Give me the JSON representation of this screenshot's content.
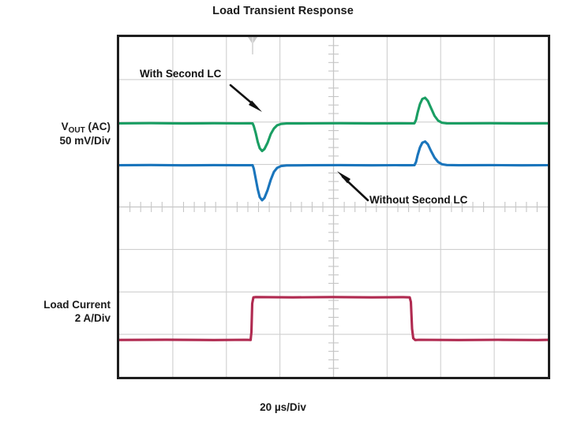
{
  "chart_title": "Load Transient Response",
  "x_axis_label": "20 µs/Div",
  "y_labels": {
    "vout_line1_prefix": "V",
    "vout_line1_sub": "OUT",
    "vout_line1_suffix": " (AC)",
    "vout_line2": "50 mV/Div",
    "iload_line1": "Load Current",
    "iload_line2": "2 A/Div"
  },
  "annotations": {
    "with_second_lc": "With Second LC",
    "without_second_lc": "Without Second LC"
  },
  "colors": {
    "trace_green": "#1a9e63",
    "trace_blue": "#1a75bc",
    "trace_red": "#b02a50",
    "grid": "#cfcfcf",
    "border": "#1e1e1e",
    "text": "#1a1a1a"
  },
  "chart_data": {
    "type": "line",
    "title": "Load Transient Response",
    "xlabel": "20 µs/Div",
    "ylabel": "",
    "grid": true,
    "legend_position": "inline-annotations",
    "axes": {
      "horizontal_divisions": 8,
      "vertical_divisions": 8,
      "time_per_div_us": 20,
      "xlim_us": [
        -80,
        80
      ],
      "vout_mv_per_div": 50,
      "iload_a_per_div": 2
    },
    "series": [
      {
        "name": "With Second LC",
        "label": "V_OUT (AC), with second LC filter",
        "color": "#1a9e63",
        "units": "mV",
        "mv_per_div": 50,
        "baseline_div_from_top": 2.03,
        "points_us_mv": [
          [
            -80,
            0
          ],
          [
            -30,
            0
          ],
          [
            -28.0,
            0
          ],
          [
            -27.0,
            -6
          ],
          [
            -25.5,
            -28
          ],
          [
            -24.0,
            -40
          ],
          [
            -22.5,
            -44
          ],
          [
            -21.0,
            -39
          ],
          [
            -19.0,
            -26
          ],
          [
            -17.0,
            -12
          ],
          [
            -15.0,
            -4
          ],
          [
            -13.0,
            -1
          ],
          [
            -10.0,
            0
          ],
          [
            10.0,
            0
          ],
          [
            20.0,
            0
          ],
          [
            22.0,
            0
          ],
          [
            23.0,
            10
          ],
          [
            24.0,
            32
          ],
          [
            25.5,
            50
          ],
          [
            27.0,
            55
          ],
          [
            29.0,
            48
          ],
          [
            31.0,
            33
          ],
          [
            33.5,
            18
          ],
          [
            36.0,
            8
          ],
          [
            39.0,
            3
          ],
          [
            43.0,
            0
          ],
          [
            80,
            0
          ]
        ],
        "undershoot_mv": -44,
        "overshoot_mv": 55
      },
      {
        "name": "Without Second LC",
        "label": "V_OUT (AC), without second LC filter",
        "color": "#1a75bc",
        "units": "mV",
        "mv_per_div": 50,
        "baseline_div_from_top": 2.98,
        "points_us_mv": [
          [
            -80,
            0
          ],
          [
            -30,
            0
          ],
          [
            -28.0,
            0
          ],
          [
            -27.0,
            -8
          ],
          [
            -25.5,
            -36
          ],
          [
            -24.0,
            -54
          ],
          [
            -22.5,
            -59
          ],
          [
            -21.0,
            -52
          ],
          [
            -19.0,
            -34
          ],
          [
            -17.0,
            -16
          ],
          [
            -15.0,
            -5
          ],
          [
            -13.0,
            -1
          ],
          [
            -10.0,
            0
          ],
          [
            10.0,
            0
          ],
          [
            20.0,
            0
          ],
          [
            22.0,
            0
          ],
          [
            23.0,
            9
          ],
          [
            24.0,
            28
          ],
          [
            25.5,
            44
          ],
          [
            27.0,
            48
          ],
          [
            29.0,
            42
          ],
          [
            31.0,
            29
          ],
          [
            33.5,
            15
          ],
          [
            36.0,
            7
          ],
          [
            39.0,
            2
          ],
          [
            43.0,
            0
          ],
          [
            80,
            0
          ]
        ],
        "undershoot_mv": -59,
        "overshoot_mv": 48
      },
      {
        "name": "Load Current",
        "label": "Load current step",
        "color": "#b02a50",
        "units": "A",
        "a_per_div": 2,
        "low_div_from_top": 7.13,
        "high_div_from_top": 5.63,
        "points_us_a": [
          [
            -80,
            0
          ],
          [
            -28.5,
            0
          ],
          [
            -27.6,
            1.2
          ],
          [
            -27.0,
            3.0
          ],
          [
            -26.4,
            3.0
          ],
          [
            20.0,
            3.0
          ],
          [
            21.2,
            3.0
          ],
          [
            21.8,
            1.0
          ],
          [
            22.4,
            0
          ],
          [
            80,
            0
          ]
        ],
        "step_low_a": 0,
        "step_high_a": 3.0,
        "rise_time_us": 1.5,
        "fall_time_us": 1.5
      }
    ],
    "trigger_marker": {
      "position_div": 2.5,
      "edge": "top"
    }
  }
}
